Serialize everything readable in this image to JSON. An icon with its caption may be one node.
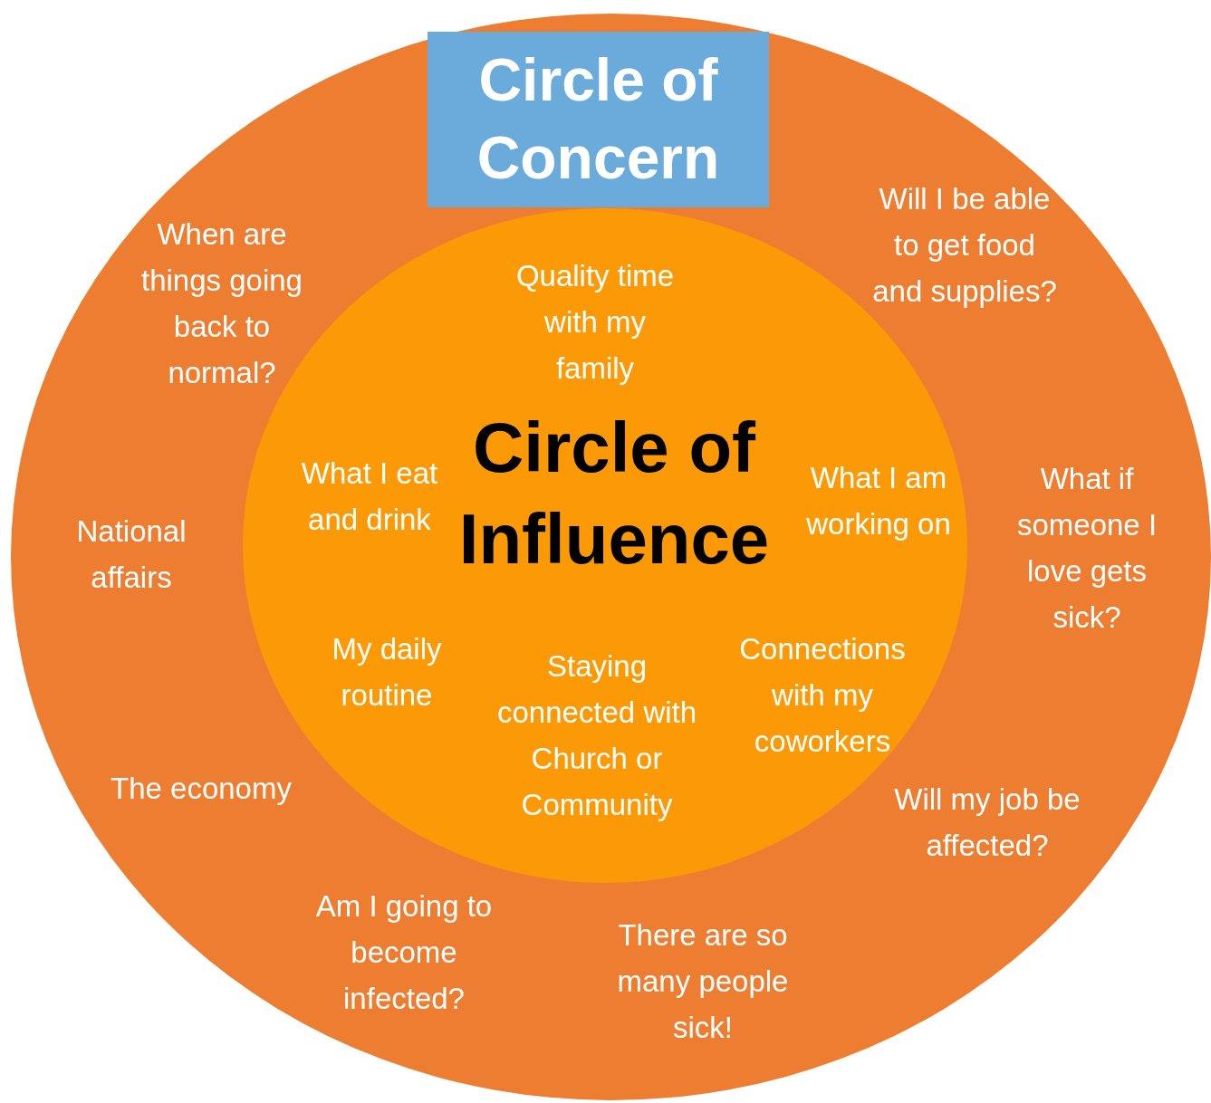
{
  "diagram": {
    "nodes": [
      {
        "text": [
          "Circle of Concern"
        ]
      },
      {
        "text": [
          "Circle of Influence"
        ],
        "in": 0
      }
    ],
    "edges": [],
    "labels": [
      "When are things going back to normal?",
      "Quality time with my family",
      "Will I be able to get food and supplies?",
      "What I eat and drink",
      "What I am working on",
      "What if someone I love gets sick?",
      "National affairs",
      "My daily routine",
      "Staying connected with Church or Community",
      "Connections with my coworkers",
      "The economy",
      "Will my job be affected?",
      "Am I going to become infected?",
      "There are so many people sick!"
    ]
  }
}
